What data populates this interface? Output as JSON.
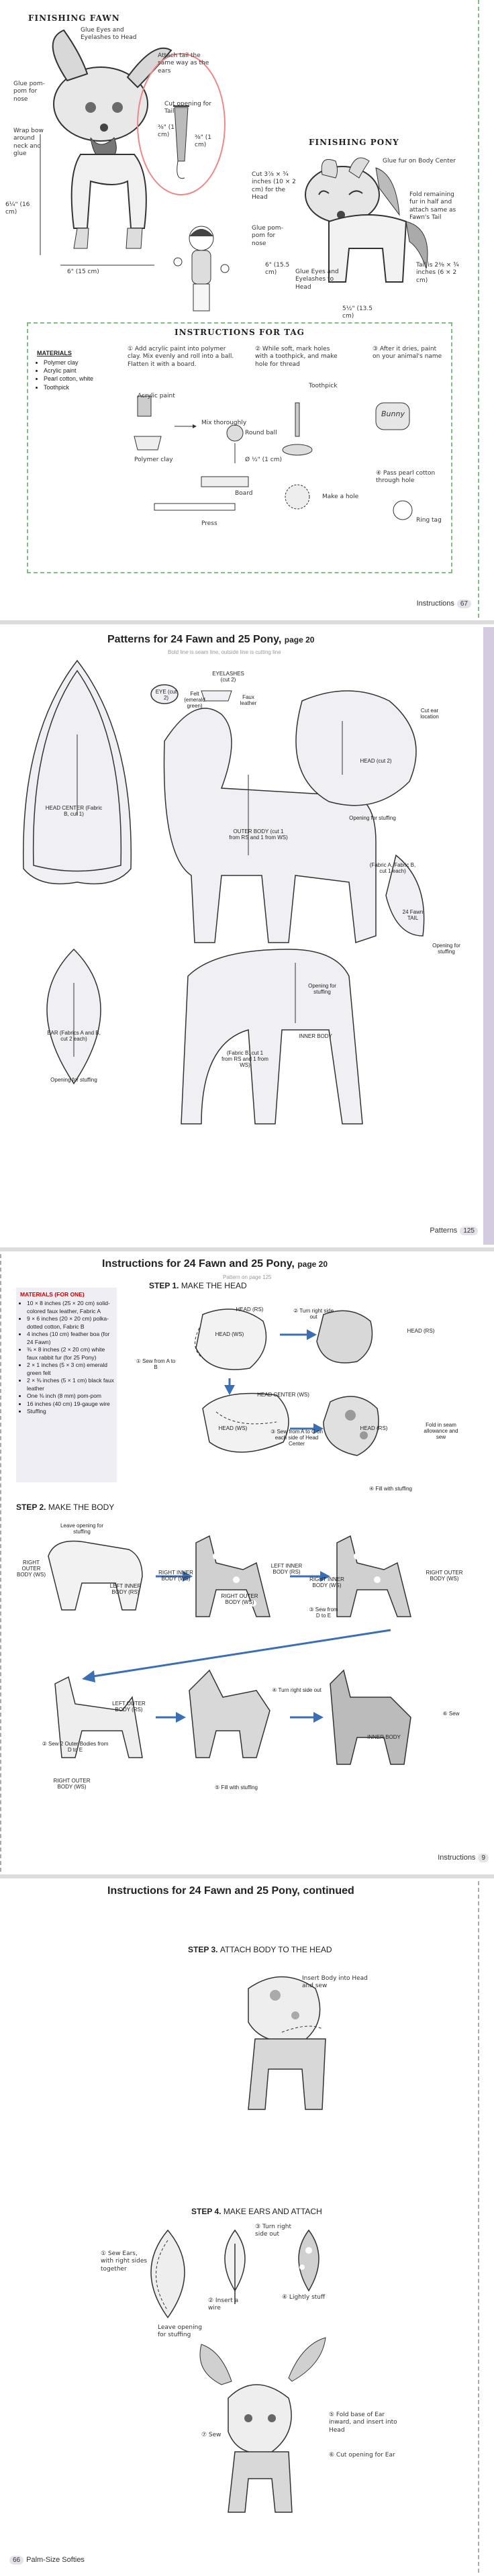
{
  "page1": {
    "finishing_fawn_title": "FINISHING FAWN",
    "finishing_pony_title": "FINISHING PONY",
    "fawn_notes": {
      "glue_eyes": "Glue Eyes and Eyelashes to Head",
      "glue_pom": "Glue pom-pom for nose",
      "wrap_bow": "Wrap bow around neck and glue",
      "attach_tail": "Attach tail the same way as the ears",
      "cut_opening": "Cut opening for Tail",
      "height": "6¼\" (16 cm)",
      "width": "6\" (15 cm)",
      "tail_w1": "⅜\" (1 cm)",
      "tail_w2": "⅜\" (1 cm)"
    },
    "pony_notes": {
      "cut_inches": "Cut 3⅞ × ¾ inches (10 × 2 cm) for the Head",
      "glue_fur_center": "Glue fur on Body Center",
      "glue_pom": "Glue pom-pom for nose",
      "fold_remaining": "Fold remaining fur in half and attach same as Fawn's Tail",
      "glue_eyes": "Glue Eyes and Eyelashes to Head",
      "tail_size": "Tail is 2⅜ × ¾ inches (6 × 2 cm)",
      "height": "6\" (15.5 cm)",
      "width": "5½\" (13.5 cm)"
    },
    "tag_title": "INSTRUCTIONS FOR TAG",
    "materials": {
      "title": "MATERIALS",
      "items": [
        "Polymer clay",
        "Acrylic paint",
        "Pearl cotton, white",
        "Toothpick"
      ]
    },
    "tag_steps": {
      "s1": "① Add acrylic paint into polymer clay. Mix evenly and roll into a ball. Flatten it with a board.",
      "s2": "② While soft, mark holes with a toothpick, and make hole for thread",
      "s3": "③ After it dries, paint on your animal's name",
      "acrylic": "Acrylic paint",
      "mix": "Mix thoroughly",
      "polymer": "Polymer clay",
      "round_ball": "Round ball",
      "ball_size": "Ø ½\" (1 cm)",
      "board": "Board",
      "press": "Press",
      "toothpick": "Toothpick",
      "make_hole": "Make a hole",
      "name_tag": "Bunny",
      "pass_cotton": "④ Pass pearl cotton through hole",
      "ring_tag": "Ring tag"
    },
    "footer_label": "Instructions",
    "footer_num": "67"
  },
  "page2": {
    "title": "Patterns for 24 Fawn and 25 Pony,",
    "title_page": "page 20",
    "subtitle": "Bold line is seam line, outside line is cutting line",
    "eye": "EYE (cut 2)",
    "felt": "Felt (emerald green)",
    "eyelashes": "EYELASHES (cut 2)",
    "faux_leather": "Faux leather",
    "head_center": "HEAD CENTER (Fabric B, cut 1)",
    "outer_body": "OUTER BODY (cut 1 from RS and 1 from WS)",
    "head": "HEAD (cut 2)",
    "cut_ear": "Cut ear location",
    "opening_stuffing": "Opening for stuffing",
    "fabric_abc": "(Fabric A, Fabric B, cut 1 each)",
    "fawn_tail": "24 Fawn TAIL",
    "ear": "EAR (Fabrics A and B, cut 2 each)",
    "inner_body": "INNER BODY",
    "fabric_b_rs": "(Fabric B, cut 1 from RS and 1 from WS)",
    "footer_label": "Patterns",
    "footer_num": "125"
  },
  "page3": {
    "title": "Instructions for 24 Fawn and 25 Pony,",
    "title_page": "page 20",
    "subtitle": "Pattern on page 125",
    "materials_title": "MATERIALS (FOR ONE)",
    "materials": [
      "10 × 8 inches (25 × 20 cm) solid-colored faux leather, Fabric A",
      "9 × 6 inches (20 × 20 cm) polka-dotted cotton, Fabric B",
      "4 inches (10 cm) feather boa (for 24 Fawn)",
      "⅜ × 8 inches (2 × 20 cm) white faux rabbit fur (for 25 Pony)",
      "2 × 1 inches (5 × 3 cm) emerald green felt",
      "2 × ⅜ inches (5 × 1 cm) black faux leather",
      "One ⅜ inch (8 mm) pom-pom",
      "16 inches (40 cm) 19-gauge wire",
      "Stuffing"
    ],
    "step1": "STEP 1.",
    "step1_text": "MAKE THE HEAD",
    "step2": "STEP 2.",
    "step2_text": "MAKE THE BODY",
    "notes": {
      "head_rs": "HEAD (RS)",
      "head_ws": "HEAD (WS)",
      "turn_right": "② Turn right side out",
      "sew_a_b": "① Sew from A to B",
      "head_center_ws": "HEAD CENTER (WS)",
      "sew_a_c": "③ Sew from A to C on each side of Head Center",
      "fold_seam": "Fold in seam allowance and sew",
      "fill_stuff": "④ Fill with stuffing",
      "leave_opening": "Leave opening for stuffing",
      "right_outer": "RIGHT OUTER BODY (WS)",
      "left_inner": "LEFT INNER BODY (RS)",
      "right_inner": "RIGHT INNER BODY (WS)",
      "left_outer": "LEFT OUTER BODY (RS)",
      "sew_d_e": "③ Sew from D to E",
      "sew_2_outer": "② Sew 2 Outer Bodies from D to E",
      "turn_right2": "④ Turn right side out",
      "fill_stuff2": "⑤ Fill with stuffing",
      "sew6": "⑥ Sew",
      "inner_body": "INNER BODY"
    },
    "footer_label": "Instructions",
    "footer_num": "9"
  },
  "page4": {
    "title": "Instructions for 24 Fawn and 25 Pony,",
    "title_cont": "continued",
    "step3": "STEP 3.",
    "step3_text": "ATTACH BODY TO THE HEAD",
    "insert_body": "Insert Body into Head and sew",
    "step4": "STEP 4.",
    "step4_text": "MAKE EARS AND ATTACH",
    "sew_ears": "① Sew Ears, with right sides together",
    "insert_wire": "② Insert a wire",
    "turn_right": "③ Turn right side out",
    "lightly": "④ Lightly stuff",
    "leave_open": "Leave opening for stuffing",
    "sew": "⑦ Sew",
    "fold_base": "⑤ Fold base of Ear inward, and insert into Head",
    "cut_opening": "⑥ Cut opening for Ear",
    "footer_num": "66",
    "footer_label": "Palm-Size Softies"
  }
}
